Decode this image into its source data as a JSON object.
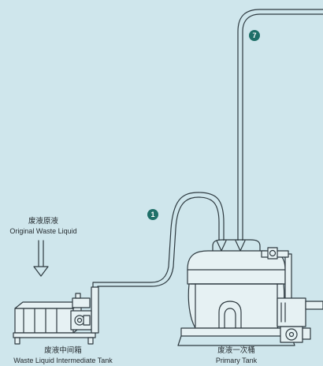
{
  "labels": {
    "original_cn": "废液原液",
    "original_en": "Original Waste Liquid",
    "intermediate_cn": "废液中间箱",
    "intermediate_en": "Waste Liquid Intermediate Tank",
    "primary_cn": "废液一次桶",
    "primary_en": "Primary Tank"
  },
  "badges": {
    "route_1": "1",
    "route_7": "7"
  },
  "colors": {
    "background": "#cfe6ec",
    "line": "#2e3a40",
    "equipment_fill": "#e6f1f3",
    "badge": "#1f6f68"
  }
}
